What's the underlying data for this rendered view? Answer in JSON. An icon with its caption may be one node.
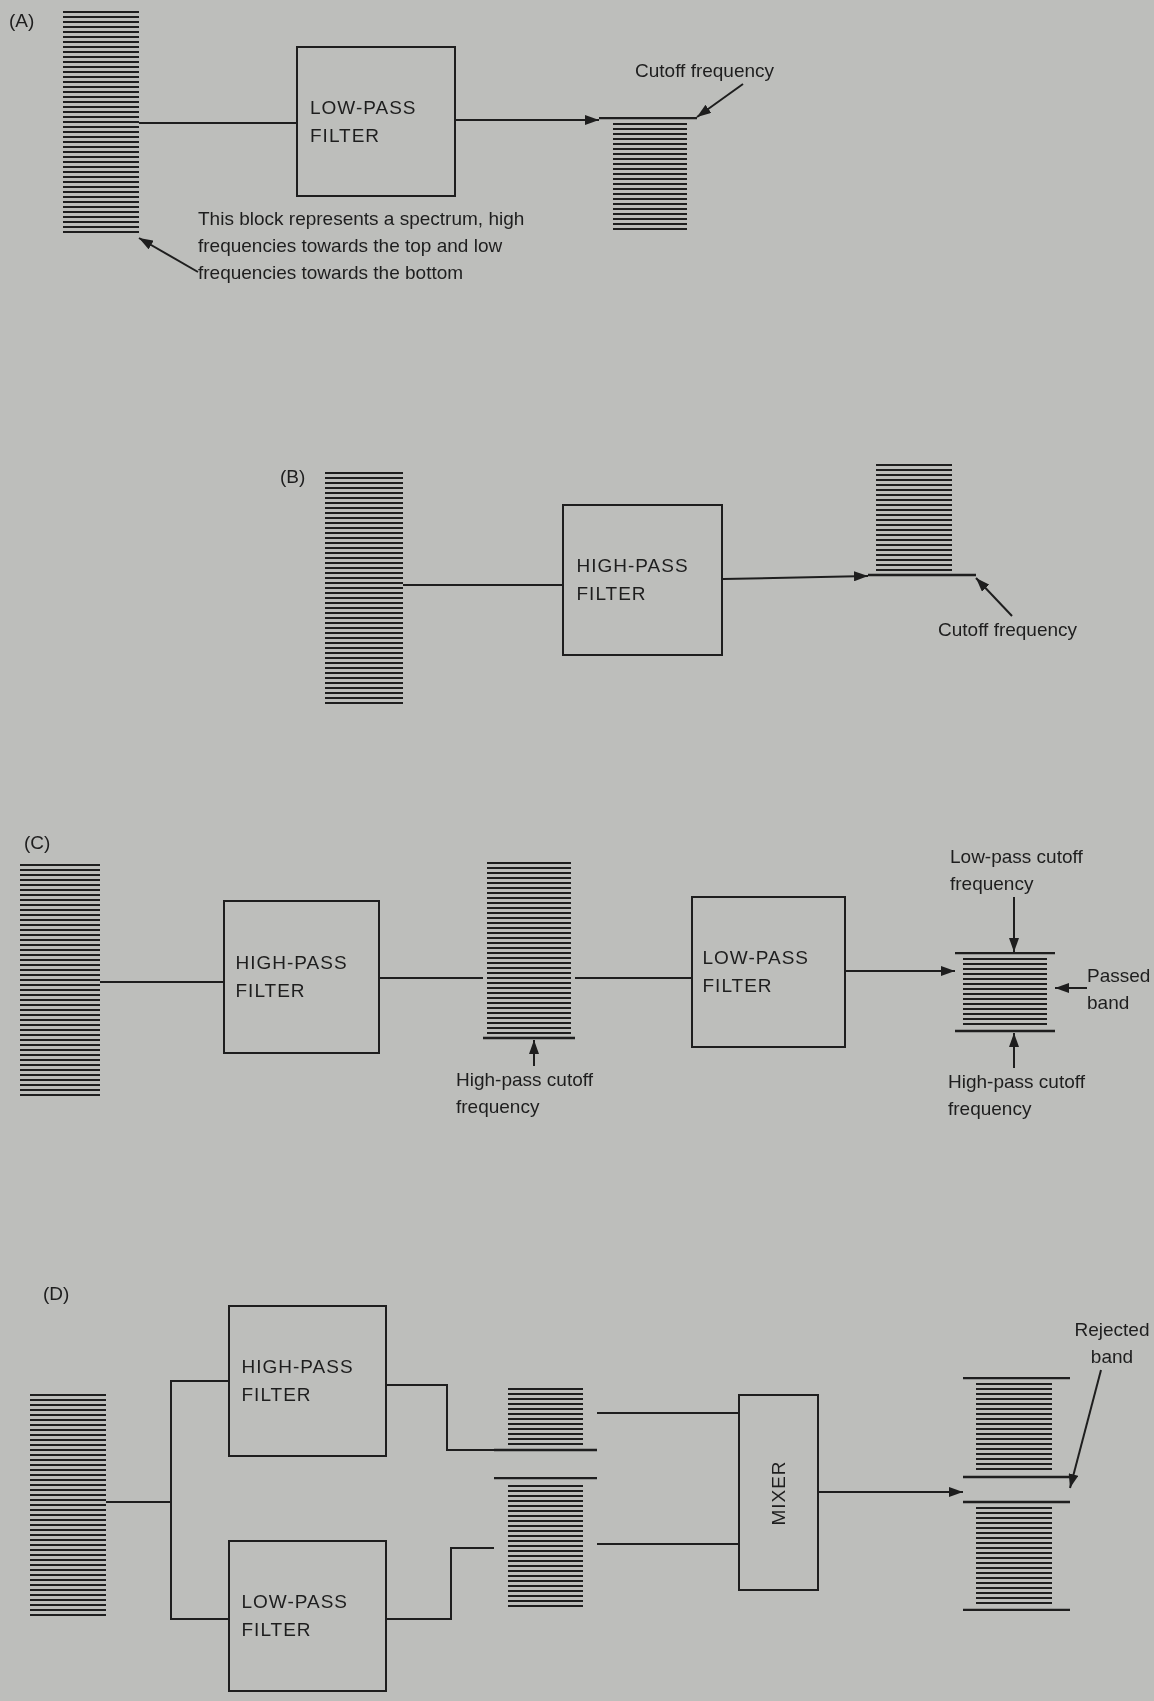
{
  "diagram": {
    "nodes": [
      {
        "text": [],
        "shape": "bars"
      },
      {
        "text": [
          "LOW-PASS FILTER"
        ]
      },
      {
        "text": [],
        "shape": "bars"
      },
      {
        "text": [
          "Cutoff frequency"
        ]
      },
      {
        "text": [
          "This block represents a spectrum, high frequencies towards the top and low frequencies towards the bottom"
        ]
      },
      {
        "text": [],
        "shape": "bars"
      },
      {
        "text": [
          "HIGH-PASS FILTER"
        ]
      },
      {
        "text": [],
        "shape": "bars"
      },
      {
        "text": [
          "Cutoff frequency"
        ]
      },
      {
        "text": [],
        "shape": "bars"
      },
      {
        "text": [
          "HIGH-PASS FILTER"
        ]
      },
      {
        "text": [],
        "shape": "bars"
      },
      {
        "text": [
          "High-pass cutoff frequency"
        ]
      },
      {
        "text": [
          "LOW-PASS FILTER"
        ]
      },
      {
        "text": [],
        "shape": "bars"
      },
      {
        "text": [
          "Low-pass cutoff frequency"
        ]
      },
      {
        "text": [
          "Passed band"
        ]
      },
      {
        "text": [
          "High-pass cutoff frequency"
        ]
      },
      {
        "text": [],
        "shape": "bars"
      },
      {
        "text": [
          "HIGH-PASS FILTER"
        ]
      },
      {
        "text": [
          "LOW-PASS FILTER"
        ]
      },
      {
        "text": [],
        "shape": "bars"
      },
      {
        "text": [],
        "shape": "bars"
      },
      {
        "text": [
          "MIXER"
        ]
      },
      {
        "text": [],
        "shape": "bars"
      },
      {
        "text": [
          "Rejected band"
        ]
      }
    ],
    "edges": [
      {
        "from": 0,
        "to": 1,
        "arrow": "none"
      },
      {
        "from": 1,
        "to": 2,
        "arrow": "to"
      },
      {
        "from": 3,
        "to": 2,
        "arrow": "to"
      },
      {
        "from": 4,
        "to": 0,
        "arrow": "to"
      },
      {
        "from": 5,
        "to": 6,
        "arrow": "none"
      },
      {
        "from": 6,
        "to": 7,
        "arrow": "to"
      },
      {
        "from": 8,
        "to": 7,
        "arrow": "to"
      },
      {
        "from": 9,
        "to": 10,
        "arrow": "none"
      },
      {
        "from": 10,
        "to": 11,
        "arrow": "none"
      },
      {
        "from": 11,
        "to": 13,
        "arrow": "none"
      },
      {
        "from": 13,
        "to": 14,
        "arrow": "to"
      },
      {
        "from": 12,
        "to": 11,
        "arrow": "to"
      },
      {
        "from": 15,
        "to": 14,
        "arrow": "to"
      },
      {
        "from": 16,
        "to": 14,
        "arrow": "to"
      },
      {
        "from": 17,
        "to": 14,
        "arrow": "to"
      },
      {
        "from": 18,
        "to": 19,
        "arrow": "none"
      },
      {
        "from": 18,
        "to": 20,
        "arrow": "none"
      },
      {
        "from": 19,
        "to": 21,
        "arrow": "none"
      },
      {
        "from": 20,
        "to": 22,
        "arrow": "none"
      },
      {
        "from": 21,
        "to": 23,
        "arrow": "none"
      },
      {
        "from": 22,
        "to": 23,
        "arrow": "none"
      },
      {
        "from": 23,
        "to": 24,
        "arrow": "to"
      },
      {
        "from": 25,
        "to": 24,
        "arrow": "to"
      }
    ],
    "labels": [
      "(A)",
      "(B)",
      "(C)",
      "(D)"
    ]
  }
}
